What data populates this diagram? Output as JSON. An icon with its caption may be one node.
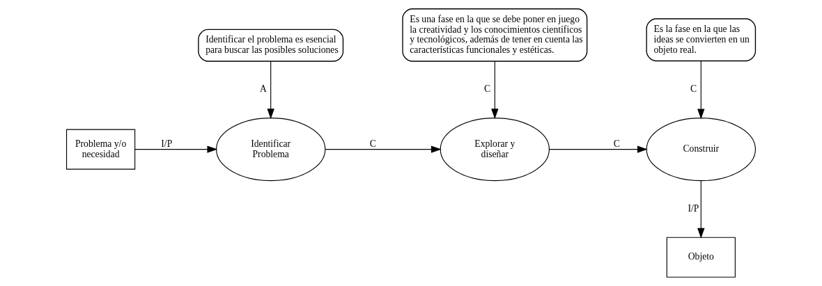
{
  "diagram": {
    "nodes": [
      {
        "text": [
          "Problema y/o necesidad"
        ]
      },
      {
        "text": [
          "Identificar el problema es esencial para buscar las posibles soluciones"
        ]
      },
      {
        "text": [
          "Identificar Problema"
        ]
      },
      {
        "text": [
          "Es una fase en la que se debe poner en juego la creatividad y los conocimientos científicos y tecnológicos, además de tener en cuenta las características funcionales y estéticas."
        ]
      },
      {
        "text": [
          "Explorar y diseñar"
        ]
      },
      {
        "text": [
          "Es la fase en la que las ideas se convierten en un objeto real."
        ]
      },
      {
        "text": [
          "Construir"
        ]
      },
      {
        "text": [
          "Objeto"
        ]
      }
    ],
    "edges": [
      {
        "from": 0,
        "to": 2,
        "arrow": "to",
        "label": "I/P"
      },
      {
        "from": 1,
        "to": 2,
        "arrow": "to",
        "label": "A"
      },
      {
        "from": 2,
        "to": 4,
        "arrow": "to",
        "label": "C"
      },
      {
        "from": 3,
        "to": 4,
        "arrow": "to",
        "label": "C"
      },
      {
        "from": 4,
        "to": 6,
        "arrow": "to",
        "label": "C"
      },
      {
        "from": 5,
        "to": 6,
        "arrow": "to",
        "label": "C"
      },
      {
        "from": 6,
        "to": 7,
        "arrow": "to",
        "label": "I/P"
      }
    ]
  }
}
